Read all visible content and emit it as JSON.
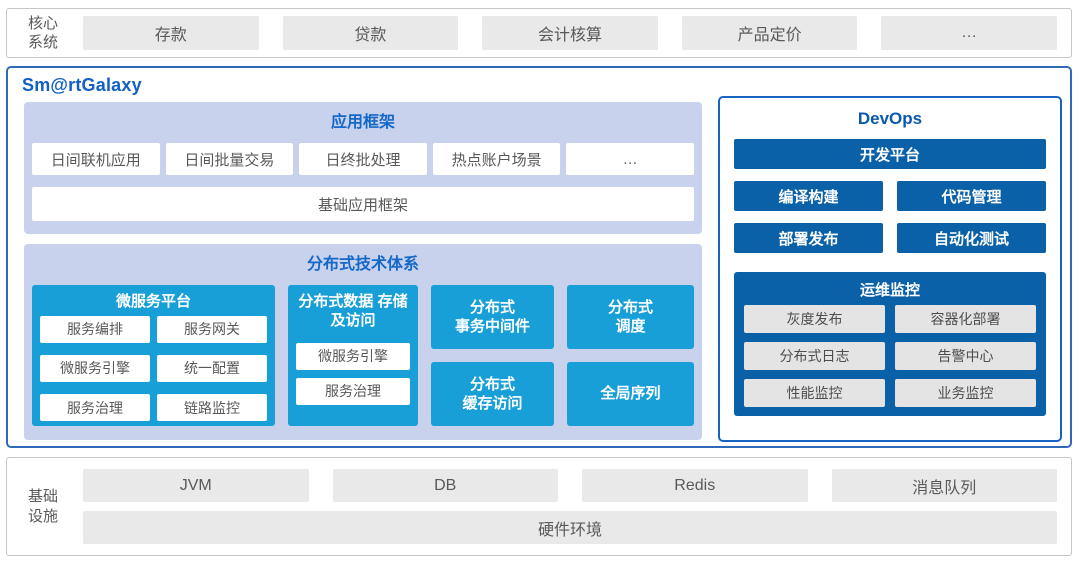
{
  "top_bar": {
    "label_line1": "核心",
    "label_line2": "系统",
    "items": [
      "存款",
      "贷款",
      "会计核算",
      "产品定价",
      "…"
    ]
  },
  "platform": {
    "title": "Sm@rtGalaxy",
    "app_framework": {
      "title": "应用框架",
      "items": [
        "日间联机应用",
        "日间批量交易",
        "日终批处理",
        "热点账户场景",
        "…"
      ],
      "base": "基础应用框架"
    },
    "distributed": {
      "title": "分布式技术体系",
      "microservice": {
        "title": "微服务平台",
        "items": [
          "服务编排",
          "服务网关",
          "微服务引擎",
          "统一配置",
          "服务治理",
          "链路监控"
        ]
      },
      "storage": {
        "title_line1": "分布式数据",
        "title_line2": "存储及访问",
        "items": [
          "微服务引擎",
          "服务治理"
        ]
      },
      "blocks": {
        "transaction": {
          "line1": "分布式",
          "line2": "事务中间件"
        },
        "scheduling": {
          "line1": "分布式",
          "line2": "调度"
        },
        "cache": {
          "line1": "分布式",
          "line2": "缓存访问"
        },
        "sequence": {
          "line1": "全局序列",
          "line2": ""
        }
      }
    },
    "devops": {
      "title": "DevOps",
      "dev_platform": "开发平台",
      "tools": [
        "编译构建",
        "代码管理",
        "部署发布",
        "自动化测试"
      ],
      "monitoring": {
        "title": "运维监控",
        "items": [
          "灰度发布",
          "容器化部署",
          "分布式日志",
          "告警中心",
          "性能监控",
          "业务监控"
        ]
      }
    }
  },
  "infrastructure": {
    "label_line1": "基础",
    "label_line2": "设施",
    "items": [
      "JVM",
      "DB",
      "Redis",
      "消息队列"
    ],
    "base": "硬件环境"
  },
  "colors": {
    "cyan": "#189fd8",
    "dark_blue": "#0b61a8",
    "periwinkle": "#c8d2ec",
    "brand_blue": "#1160c5",
    "section_title_blue": "#1668c8",
    "main_border": "#2f6ab8",
    "devops_border": "#1565c0",
    "gray_box": "#e9e9e9",
    "gray_text": "#595959"
  }
}
